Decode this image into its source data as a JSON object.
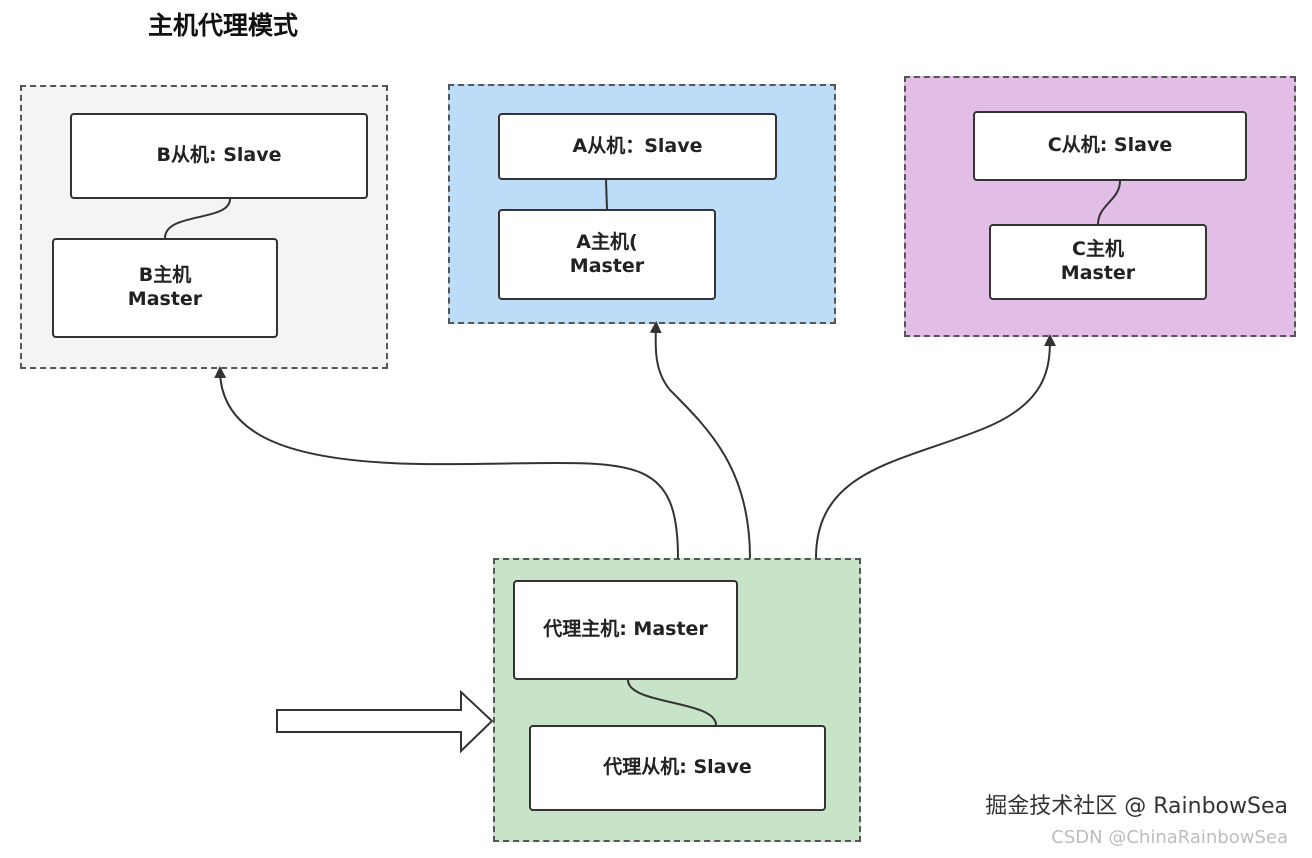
{
  "title": "主机代理模式",
  "colors": {
    "group_b": "#f4f4f4",
    "group_a": "#bcdcf7",
    "group_c": "#e2bde6",
    "group_proxy": "#c8e4c8",
    "line": "#333333"
  },
  "groups": {
    "b": {
      "slave": "B从机: Slave",
      "master_line1": "B主机",
      "master_line2": "Master"
    },
    "a": {
      "slave": "A从机：Slave",
      "master_line1": "A主机(",
      "master_line2": "Master"
    },
    "c": {
      "slave": "C从机: Slave",
      "master_line1": "C主机",
      "master_line2": "Master"
    },
    "proxy": {
      "master": "代理主机: Master",
      "slave": "代理从机: Slave"
    }
  },
  "watermark": {
    "primary": "掘金技术社区 @ RainbowSea",
    "secondary": "CSDN @ChinaRainbowSea"
  }
}
